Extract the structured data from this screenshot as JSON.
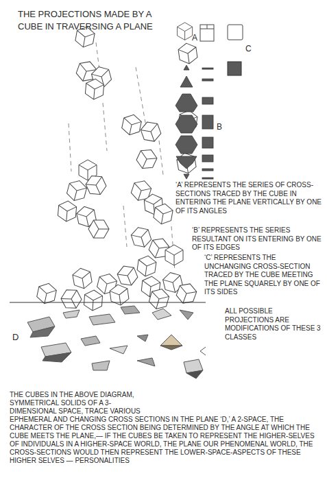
{
  "diagram": {
    "title": "THE PROJECTIONS MADE BY A CUBE IN TRAVERSING A PLANE",
    "labels": [
      "A",
      "C",
      "B",
      "‘A’ REPRESENTS THE SERIES OF CROSS-SECTIONS TRACED BY THE CUBE IN ENTERING THE PLANE VERTICALLY BY ONE OF ITS ANGLES",
      "‘B’ REPRESENTS THE SERIES RESULTANT ON ITS ENTERING BY ONE OF ITS EDGES",
      "‘C’ REPRESENTS THE UNCHANGING CROSS-SECTION TRACED BY THE CUBE MEETING THE PLANE SQUARELY BY ONE OF ITS SIDES",
      "ALL POSSIBLE PROJECTIONS ARE MODIFICATIONS OF THESE 3 CLASSES",
      "D",
      "THE CUBES IN THE ABOVE DIAGRAM, SYMMETRICAL SOLIDS OF A 3-DIMENSIONAL SPACE, TRACE VARIOUS EPHEMERAL AND CHANGING CROSS SECTIONS IN THE PLANE ‘D,’ A 2-SPACE, THE CHARACTER OF THE CROSS SECTION BEING DETERMINED BY THE ANGLE AT WHICH THE CUBE MEETS THE PLANE,— IF THE CUBES BE TAKEN TO REPRESENT THE HIGHER-SELVES OF INDIVIDUALS IN A HIGHER-SPACE WORLD, THE PLANE OUR PHENOMENAL WORLD, THE CROSS-SECTIONS WOULD THEN REPRESENT THE LOWER-SPACE-ASPECTS OF THESE HIGHER SELVES — PERSONALITIES"
    ]
  }
}
